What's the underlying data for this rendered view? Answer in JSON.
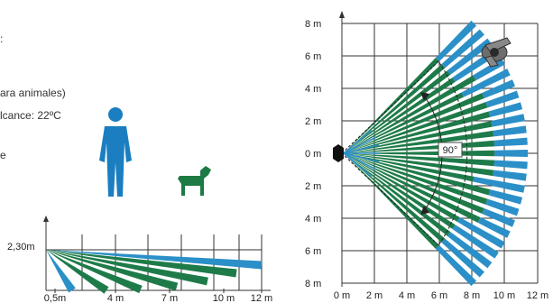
{
  "left_text": {
    "line1": ":",
    "line2": "ara animales)",
    "line3": "lcance: 22ºC",
    "line4": "e"
  },
  "side_view": {
    "height_label": "2,30m",
    "x_ticks": [
      "0,5m",
      "4 m",
      "7 m",
      "10 m",
      "12 m"
    ]
  },
  "top_view": {
    "y_ticks": [
      "8 m",
      "6 m",
      "4 m",
      "2 m",
      "0 m",
      "2 m",
      "4 m",
      "6 m",
      "8 m"
    ],
    "x_ticks": [
      "0 m",
      "2 m",
      "4 m",
      "6 m",
      "8 m",
      "10 m",
      "12 m"
    ],
    "angle_label": "90°"
  },
  "colors": {
    "green": "#1e7b49",
    "blue": "#2b8fc8",
    "human": "#1a7ec0",
    "dog": "#1d7a44",
    "grid": "#333333"
  },
  "icons": [
    "human-silhouette-icon",
    "dog-silhouette-icon",
    "person-top-view-icon",
    "sensor-icon"
  ]
}
